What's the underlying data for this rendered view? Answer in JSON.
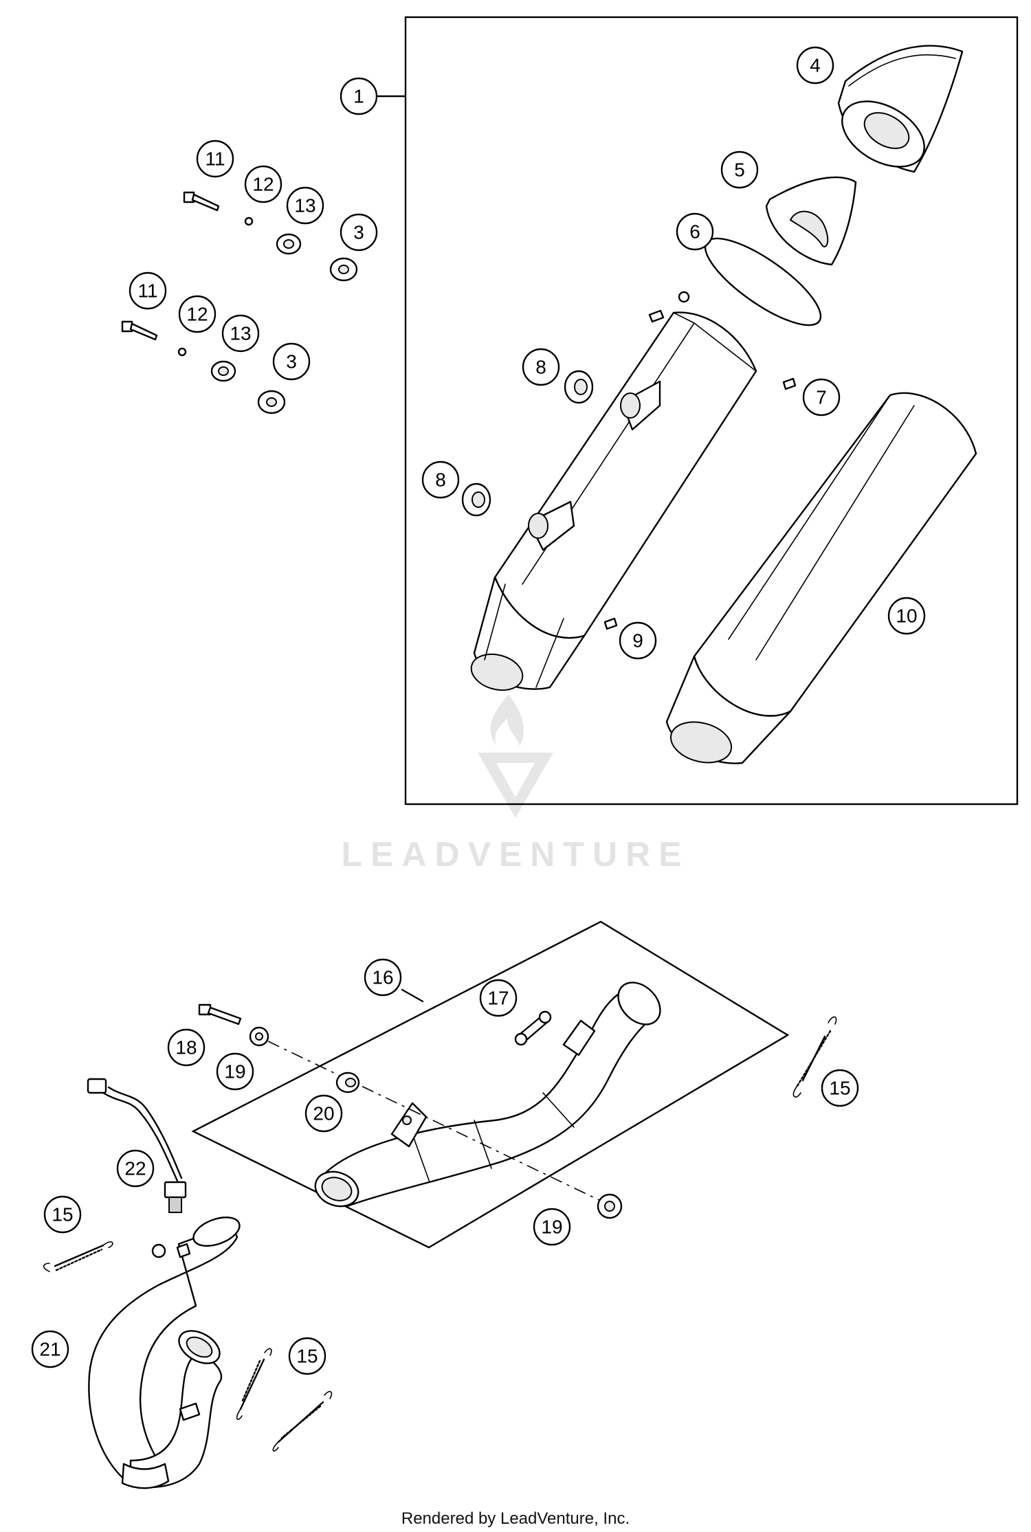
{
  "watermark": {
    "text": "LEADVENTURE"
  },
  "footer": {
    "text": "Rendered by LeadVenture, Inc."
  },
  "callouts": [
    {
      "id": "c1",
      "label": "1"
    },
    {
      "id": "c4",
      "label": "4"
    },
    {
      "id": "c5",
      "label": "5"
    },
    {
      "id": "c6",
      "label": "6"
    },
    {
      "id": "c7",
      "label": "7"
    },
    {
      "id": "c8a",
      "label": "8"
    },
    {
      "id": "c8b",
      "label": "8"
    },
    {
      "id": "c9",
      "label": "9"
    },
    {
      "id": "c10",
      "label": "10"
    },
    {
      "id": "c11a",
      "label": "11"
    },
    {
      "id": "c12a",
      "label": "12"
    },
    {
      "id": "c13a",
      "label": "13"
    },
    {
      "id": "c3a",
      "label": "3"
    },
    {
      "id": "c11b",
      "label": "11"
    },
    {
      "id": "c12b",
      "label": "12"
    },
    {
      "id": "c13b",
      "label": "13"
    },
    {
      "id": "c3b",
      "label": "3"
    },
    {
      "id": "c16",
      "label": "16"
    },
    {
      "id": "c17",
      "label": "17"
    },
    {
      "id": "c18",
      "label": "18"
    },
    {
      "id": "c19a",
      "label": "19"
    },
    {
      "id": "c20",
      "label": "20"
    },
    {
      "id": "c15a",
      "label": "15"
    },
    {
      "id": "c19b",
      "label": "19"
    },
    {
      "id": "c22",
      "label": "22"
    },
    {
      "id": "c15b",
      "label": "15"
    },
    {
      "id": "c21",
      "label": "21"
    },
    {
      "id": "c15c",
      "label": "15"
    }
  ]
}
